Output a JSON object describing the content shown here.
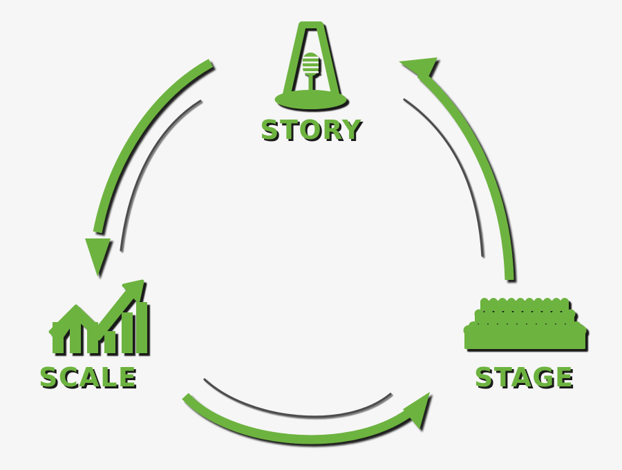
{
  "diagram": {
    "title": "Story Scale Stage Cycle",
    "type": "circular-cycle",
    "background_color": "#f6f6f6",
    "accent_color": "#6db33f",
    "shadow_color": "#1a1a1a",
    "arc_color": "#4d4d4d",
    "nodes": [
      {
        "id": "story",
        "label": "STORY",
        "icon": "spotlight-microphone-icon",
        "position": "top-center"
      },
      {
        "id": "scale",
        "label": "SCALE",
        "icon": "growth-bar-chart-arrow-icon",
        "position": "bottom-left"
      },
      {
        "id": "stage",
        "label": "STAGE",
        "icon": "tiered-audience-seating-icon",
        "position": "bottom-right"
      }
    ],
    "arrows": [
      {
        "id": "story-to-scale",
        "from": "STORY",
        "to": "SCALE",
        "direction": "counter-clockwise-down-left"
      },
      {
        "id": "scale-to-stage",
        "from": "SCALE",
        "to": "STAGE",
        "direction": "left-to-right-along-bottom"
      },
      {
        "id": "stage-to-story",
        "from": "STAGE",
        "to": "STORY",
        "direction": "up-right-to-top"
      }
    ]
  },
  "icons": {
    "story": {
      "name": "spotlight-microphone-icon",
      "parts": [
        "cone-outline",
        "microphone-head",
        "microphone-grille",
        "microphone-stem",
        "stage-base-ellipse"
      ],
      "grille_lines": 4
    },
    "scale": {
      "name": "growth-bar-chart-arrow-icon",
      "bar_count": 6,
      "arrow_direction": "up-right"
    },
    "stage": {
      "name": "tiered-audience-seating-icon",
      "row_count": 4,
      "seats_per_row": [
        10,
        11,
        12,
        13
      ]
    }
  }
}
